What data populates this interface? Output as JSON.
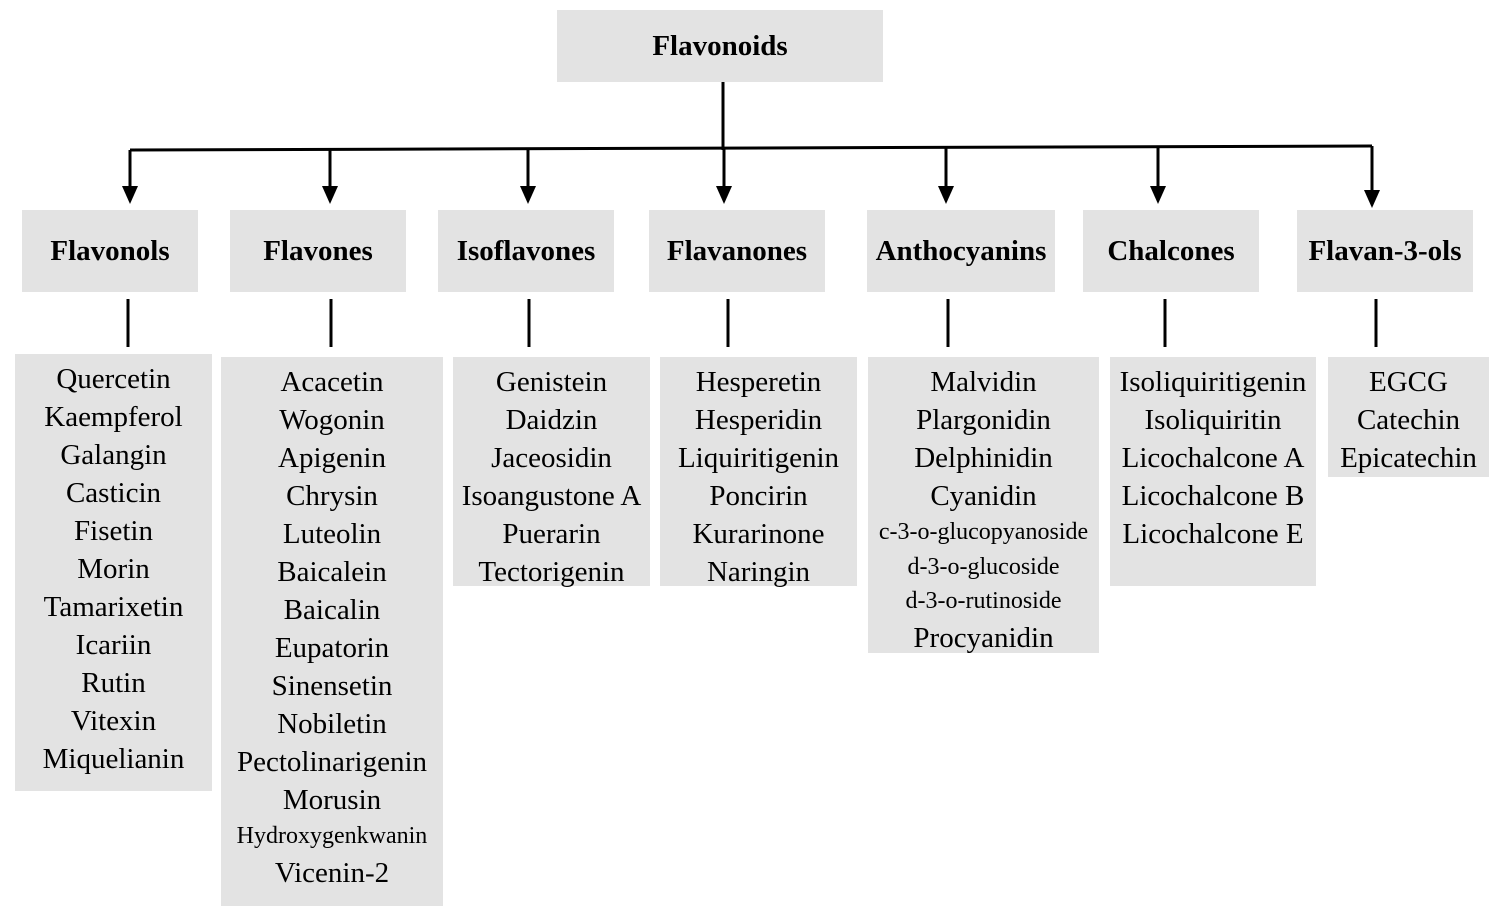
{
  "root": {
    "label": "Flavonoids"
  },
  "categories": [
    {
      "label": "Flavonols",
      "items": [
        "Quercetin",
        "Kaempferol",
        "Galangin",
        "Casticin",
        "Fisetin",
        "Morin",
        "Tamarixetin",
        "Icariin",
        "Rutin",
        "Vitexin",
        "Miquelianin"
      ]
    },
    {
      "label": "Flavones",
      "items": [
        "Acacetin",
        "Wogonin",
        "Apigenin",
        "Chrysin",
        "Luteolin",
        "Baicalein",
        "Baicalin",
        "Eupatorin",
        "Sinensetin",
        "Nobiletin",
        "Pectolinarigenin",
        "Morusin",
        "Hydroxygenkwanin",
        "Vicenin-2"
      ]
    },
    {
      "label": "Isoflavones",
      "items": [
        "Genistein",
        "Daidzin",
        "Jaceosidin",
        "Isoangustone A",
        "Puerarin",
        "Tectorigenin"
      ]
    },
    {
      "label": "Flavanones",
      "items": [
        "Hesperetin",
        "Hesperidin",
        "Liquiritigenin",
        "Poncirin",
        "Kurarinone",
        "Naringin"
      ]
    },
    {
      "label": "Anthocyanins",
      "items": [
        "Malvidin",
        "Plargonidin",
        "Delphinidin",
        "Cyanidin",
        "c-3-o-glucopyanoside",
        "d-3-o-glucoside",
        "d-3-o-rutinoside",
        "Procyanidin"
      ]
    },
    {
      "label": "Chalcones",
      "items": [
        "Isoliquiritigenin",
        "Isoliquiritin",
        "Licochalcone A",
        "Licochalcone B",
        "Licochalcone E"
      ]
    },
    {
      "label": "Flavan-3-ols",
      "items": [
        "EGCG",
        "Catechin",
        "Epicatechin"
      ]
    }
  ]
}
